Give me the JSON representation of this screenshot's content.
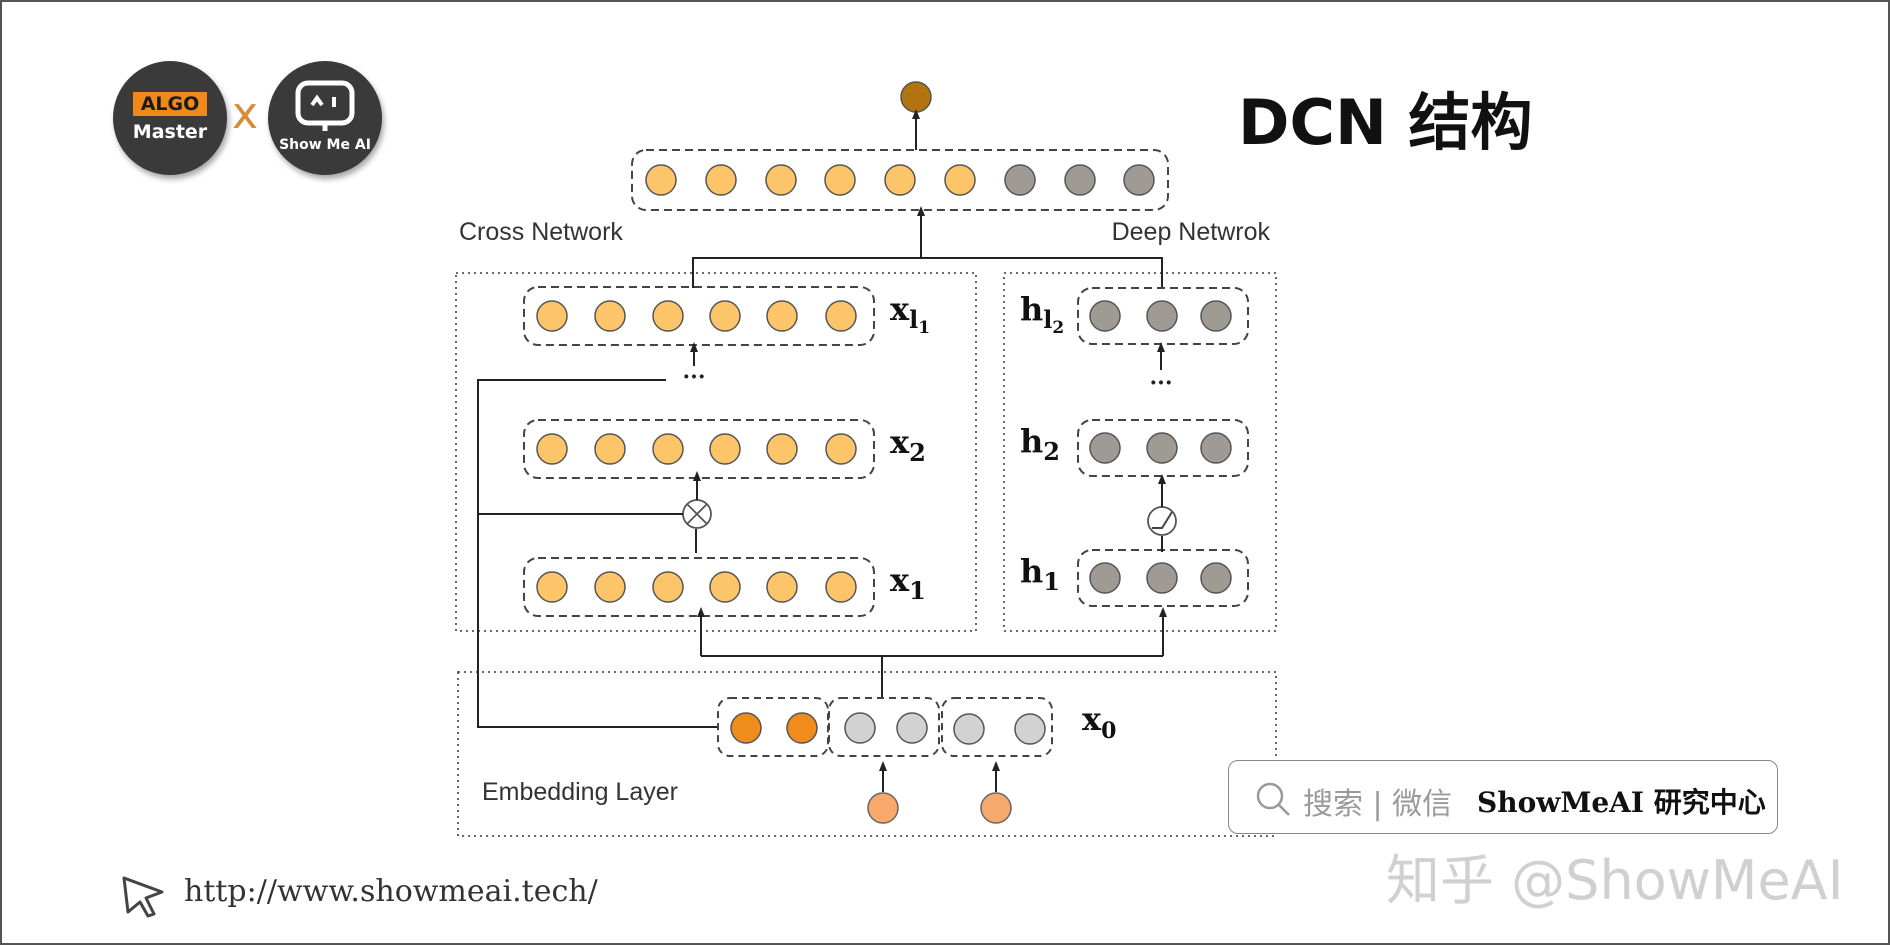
{
  "logos": {
    "algo_badge": "ALGO",
    "algo_sub": "Master",
    "separator": "x",
    "showme": "Show Me AI"
  },
  "title": "DCN 结构",
  "diagram": {
    "cross_network_label": "Cross Network",
    "deep_network_label": "Deep Netwrok",
    "embedding_label": "Embedding Layer",
    "ellipsis": "···",
    "colors": {
      "cross_node": "#fdc56a",
      "deep_node": "#a09a94",
      "output_node": "#b27311",
      "dense_embed_node": "#f08c1c",
      "sparse_embed_node": "#d2d2d2",
      "input_node": "#f7a96c"
    },
    "cross_layers": [
      {
        "base": "x",
        "sub": "l",
        "subsub": "1",
        "nodes": 6
      },
      {
        "base": "x",
        "sub": "2",
        "subsub": "",
        "nodes": 6
      },
      {
        "base": "x",
        "sub": "1",
        "subsub": "",
        "nodes": 6
      }
    ],
    "deep_layers": [
      {
        "base": "h",
        "sub": "l",
        "subsub": "2",
        "nodes": 3
      },
      {
        "base": "h",
        "sub": "2",
        "subsub": "",
        "nodes": 3
      },
      {
        "base": "h",
        "sub": "1",
        "subsub": "",
        "nodes": 3
      }
    ],
    "x0": {
      "base": "x",
      "sub": "0"
    },
    "output_layer": {
      "cross_nodes": 6,
      "deep_nodes": 3
    }
  },
  "search": {
    "hint": "搜索 | 微信",
    "brand": "ShowMeAI 研究中心"
  },
  "watermark": "知乎 @ShowMeAI",
  "url": "http://www.showmeai.tech/"
}
